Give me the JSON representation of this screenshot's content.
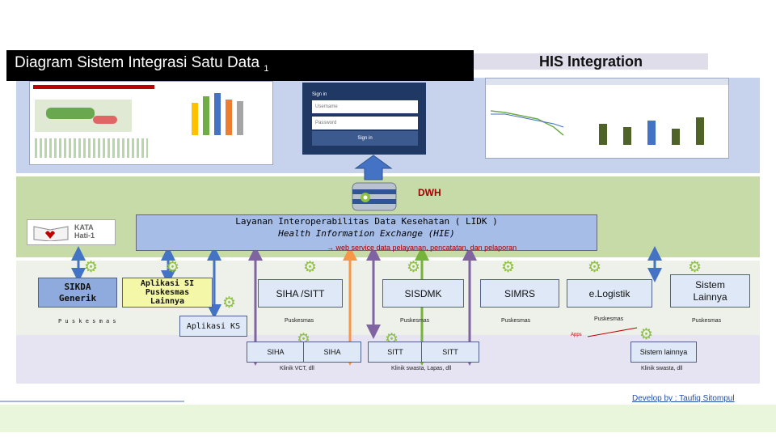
{
  "header": {
    "title": "Diagram Sistem Integrasi Satu Data",
    "title_sub": "1",
    "his_label": "HIS Integration"
  },
  "signin": {
    "heading": "Sign in",
    "username_placeholder": "Username",
    "password_placeholder": "Password",
    "button_label": "Sign in"
  },
  "dwh": {
    "label": "DWH"
  },
  "logo": {
    "text_line1": "KATA",
    "text_line2": "Hati-1"
  },
  "hie": {
    "line1": "Layanan Interoperabilitas Data Kesehatan ( LIDK )",
    "line2": "Health Information Exchange (HIE)",
    "note": "→ web service data pelayanan, pencatatan, dan pelaporan"
  },
  "systems": {
    "sikda": {
      "line1": "SIKDA",
      "line2": "Generik",
      "sub": "P u s k e s m a s"
    },
    "si_puskesmas": {
      "line1": "Aplikasi SI",
      "line2": "Puskesmas",
      "line3": "Lainnya"
    },
    "aplikasi_ks": "Aplikasi KS",
    "siha_sitt": {
      "label": "SIHA /SITT",
      "sub": "Puskesmas"
    },
    "sisdmk": {
      "label": "SISDMK",
      "sub": "Puskesmas"
    },
    "simrs": {
      "label": "SIMRS",
      "sub": "Puskesmas"
    },
    "elogistik": {
      "label": "e.Logistik",
      "sub": "Puskesmas"
    },
    "sistem_lainnya": {
      "line1": "Sistem",
      "line2": "Lainnya",
      "sub": "Puskesmas"
    }
  },
  "lower": {
    "siha_a": "SIHA",
    "siha_b": "SIHA",
    "siha_note": "Klinik VCT, dll",
    "sitt_a": "SITT",
    "sitt_b": "SITT",
    "sitt_note": "Klinik swasta, Lapas, dll",
    "apps": "Apps",
    "sistem_lainnya": "Sistem lainnya",
    "lainnya_note": "Klinik swasta, dll"
  },
  "footer": {
    "credit": "Develop by : Taufiq Sitompul"
  },
  "colors": {
    "title_bg": "#000000",
    "band_top": "#c7d3ec",
    "band_green": "#c7dba9",
    "hie_box": "#a6bde7",
    "arrow_blue": "#4472c4",
    "arrow_purple": "#8064a2",
    "arrow_orange": "#f79646",
    "arrow_green": "#77b33b",
    "dwh_red": "#a00000"
  }
}
